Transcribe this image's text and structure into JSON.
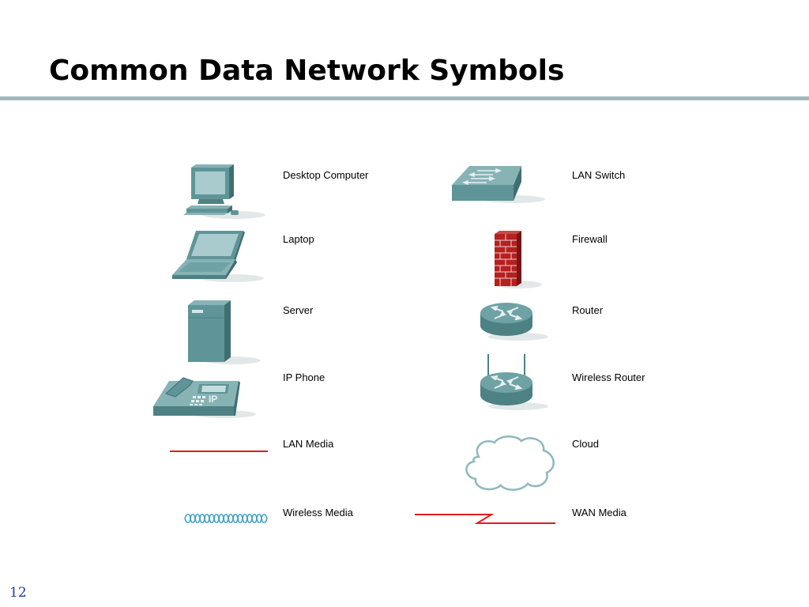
{
  "slide": {
    "title": "Common Data Network Symbols",
    "page_number": "12"
  },
  "symbols": {
    "left": [
      {
        "label": "Desktop Computer",
        "icon": "desktop-computer-icon"
      },
      {
        "label": "Laptop",
        "icon": "laptop-icon"
      },
      {
        "label": "Server",
        "icon": "server-icon"
      },
      {
        "label": "IP Phone",
        "icon": "ip-phone-icon"
      },
      {
        "label": "LAN Media",
        "icon": "lan-media-icon"
      },
      {
        "label": "Wireless Media",
        "icon": "wireless-media-icon"
      }
    ],
    "right": [
      {
        "label": "LAN Switch",
        "icon": "lan-switch-icon"
      },
      {
        "label": "Firewall",
        "icon": "firewall-icon"
      },
      {
        "label": "Router",
        "icon": "router-icon"
      },
      {
        "label": "Wireless Router",
        "icon": "wireless-router-icon"
      },
      {
        "label": "Cloud",
        "icon": "cloud-icon"
      },
      {
        "label": "WAN Media",
        "icon": "wan-media-icon"
      }
    ],
    "ip_phone_badge": "IP"
  },
  "colors": {
    "device_teal": "#5f9598",
    "media_red": "#e31b1b",
    "wireless_blue": "#3fa2c8",
    "title_rule": "#a3b8bd",
    "page_number": "#1f3ea8"
  }
}
